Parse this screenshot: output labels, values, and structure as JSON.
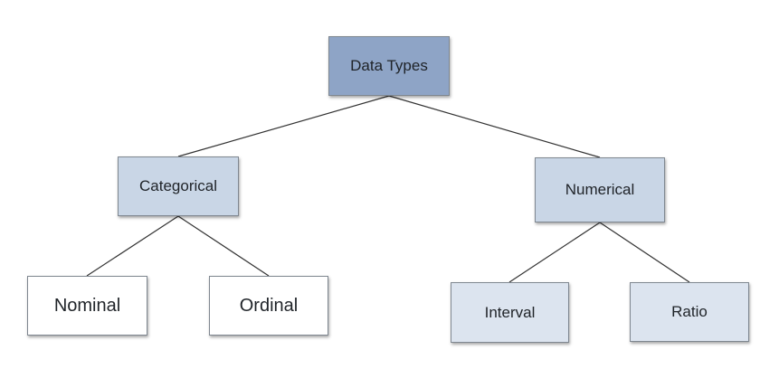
{
  "diagram": {
    "root": {
      "label": "Data Types"
    },
    "categorical": {
      "label": "Categorical",
      "children": [
        {
          "label": "Nominal"
        },
        {
          "label": "Ordinal"
        }
      ]
    },
    "numerical": {
      "label": "Numerical",
      "children": [
        {
          "label": "Interval"
        },
        {
          "label": "Ratio"
        }
      ]
    }
  },
  "colors": {
    "root_fill": "#8ea4c6",
    "level1_fill": "#c9d6e6",
    "nominal_ordinal_fill": "#ffffff",
    "interval_ratio_fill": "#dce4ef",
    "connector": "#333333"
  }
}
